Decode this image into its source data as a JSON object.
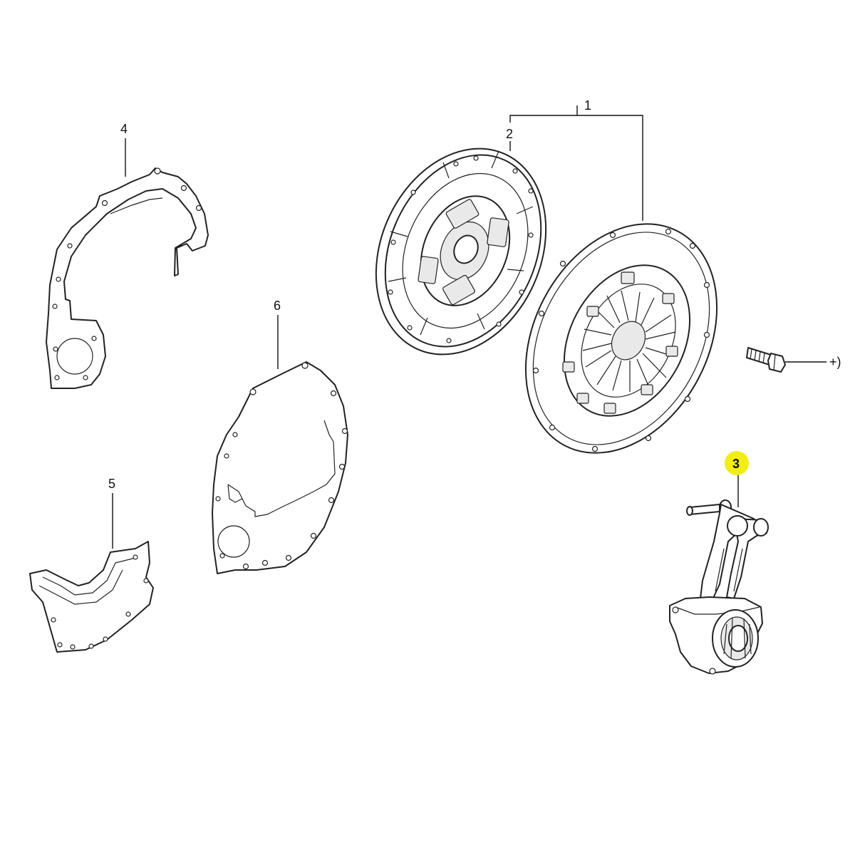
{
  "callouts": {
    "c1": "1",
    "c2": "2",
    "c3": "3",
    "c4": "4",
    "c5": "5",
    "c6": "6",
    "bolt_note": "+)"
  },
  "highlight": {
    "callout": "3",
    "color": "#f2ee14"
  },
  "parts": [
    {
      "ref": "1",
      "name": "clutch-kit"
    },
    {
      "ref": "2",
      "name": "clutch-disc"
    },
    {
      "ref": "3",
      "name": "concentric-slave-cylinder"
    },
    {
      "ref": "4",
      "name": "engine-backing-plate-upper"
    },
    {
      "ref": "5",
      "name": "engine-backing-plate-lower"
    },
    {
      "ref": "6",
      "name": "engine-adapter-plate"
    },
    {
      "ref": "+)",
      "name": "pressure-plate-bolt"
    }
  ]
}
